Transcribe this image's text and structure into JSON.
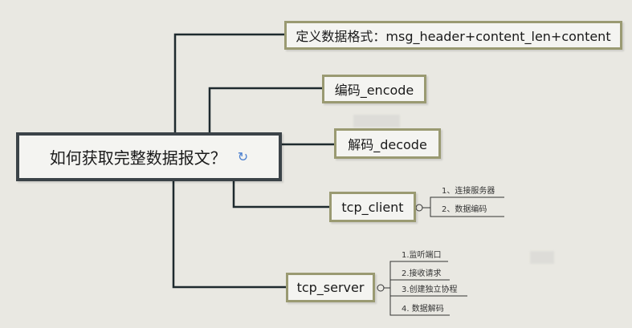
{
  "root": {
    "label": "如何获取完整数据报文？",
    "icon": "refresh-icon"
  },
  "branches": [
    {
      "label": "定义数据格式：msg_header+content_len+content",
      "children": []
    },
    {
      "label": "编码_encode",
      "children": []
    },
    {
      "label": "解码_decode",
      "children": []
    },
    {
      "label": "tcp_client",
      "children": [
        "1、连接服务器",
        "2、数据编码"
      ]
    },
    {
      "label": "tcp_server",
      "children": [
        "1.监听端口",
        "2.接收请求",
        "3.创建独立协程",
        "4. 数据解码"
      ]
    }
  ],
  "colors": {
    "background": "#e9e8e2",
    "node_border": "#9a9a72",
    "root_border": "#3b4348",
    "connector": "#1e2a2e",
    "node_fill": "#f4f4f1"
  }
}
